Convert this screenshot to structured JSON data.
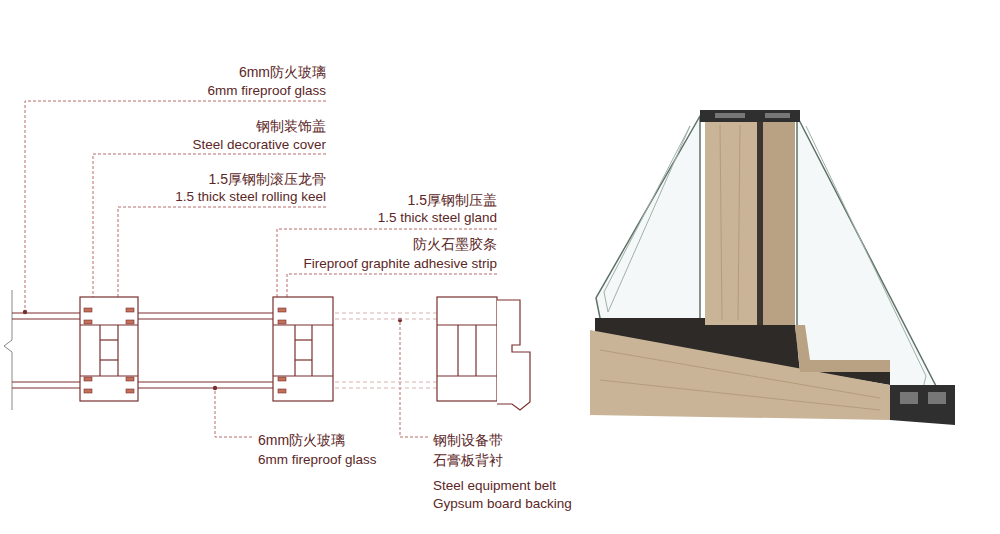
{
  "diagram": {
    "labels": [
      "6mm防火玻璃",
      "6mm fireproof glass",
      "钢制装饰盖",
      "Steel decorative cover",
      "1.5厚钢制滚压龙骨",
      "1.5 thick steel rolling keel",
      "1.5厚钢制压盖",
      "1.5 thick steel gland",
      "防火石墨胶条",
      "Fireproof graphite adhesive strip",
      "6mm防火玻璃",
      "6mm fireproof glass",
      "钢制设备带",
      "石膏板背衬",
      "Steel equipment belt",
      "Gypsum board backing"
    ]
  }
}
